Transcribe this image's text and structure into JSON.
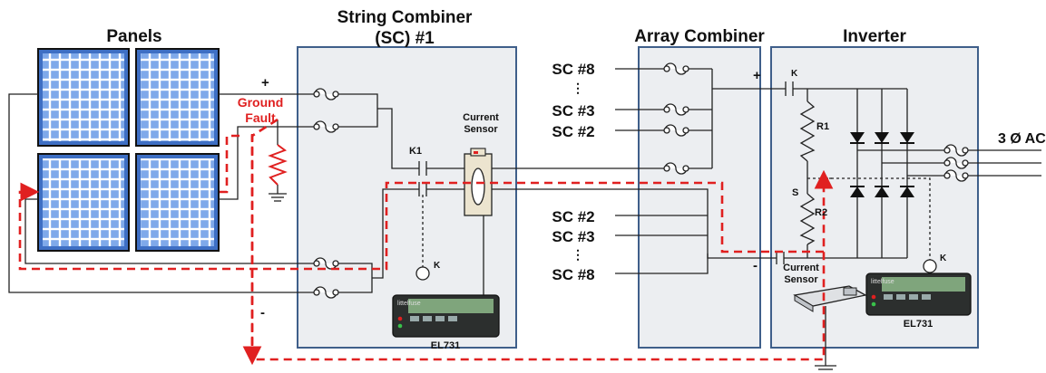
{
  "titles": {
    "panels": "Panels",
    "sc_line1": "String Combiner",
    "sc_line2": "(SC) #1",
    "array_combiner": "Array Combiner",
    "inverter": "Inverter"
  },
  "labels": {
    "ground_fault_1": "Ground",
    "ground_fault_2": "Fault",
    "plus": "+",
    "minus": "-",
    "current_sensor_1": "Current",
    "current_sensor_2": "Sensor",
    "k1": "K1",
    "k": "K",
    "r1": "R1",
    "r2": "R2",
    "s": "S",
    "ac": "3 Ø AC",
    "el731": "EL731",
    "vdots": "⋮"
  },
  "inputs_top": [
    "SC #8",
    "SC #3",
    "SC #2"
  ],
  "inputs_bottom": [
    "SC #2",
    "SC #3",
    "SC #8"
  ],
  "device": {
    "brand": "littelfuse"
  },
  "colors": {
    "enclosure_fill": "#eceef1",
    "enclosure_border": "#3f5f8a",
    "panel_blue": "#5b8fd6",
    "panel_cell": "#8db4ee",
    "fault_path": "#e02020",
    "device_body": "#2c2f2e"
  }
}
